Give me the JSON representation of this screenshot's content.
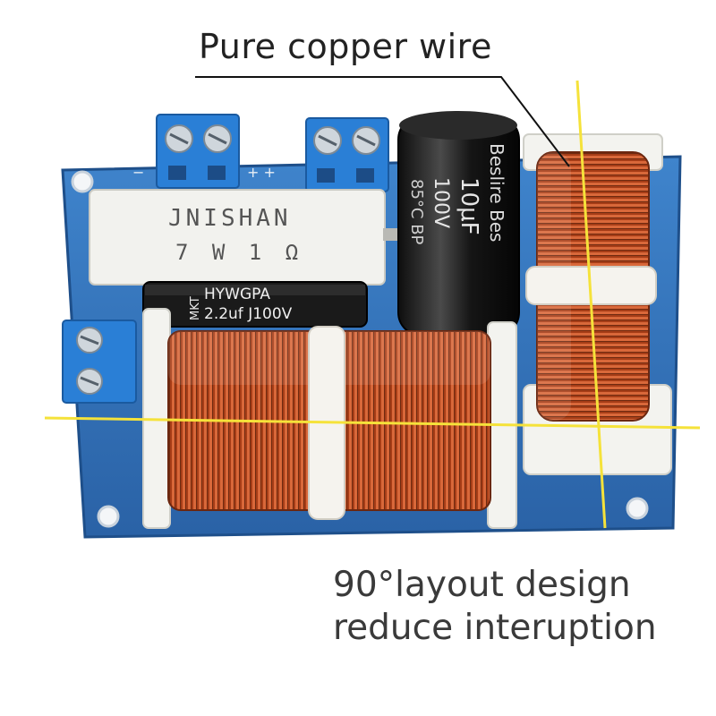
{
  "captions": {
    "top_label": "Pure copper wire",
    "bottom_line_1": "90°layout design",
    "bottom_line_2": "reduce interuption"
  },
  "resistor": {
    "line_1": "JNISHAN",
    "line_2": "7 W  1 Ω"
  },
  "film_capacitor": {
    "line_1": "HYWGPA",
    "line_2": "2.2uf J100V",
    "side_mark": "MKT"
  },
  "electrolytic_capacitor": {
    "value": "10μF",
    "voltage": "100V",
    "rating": "85°C BP",
    "brand": "Beslire Bes"
  },
  "pcb_marks": {
    "minus": "−",
    "plus_pair": "+ +",
    "minus_right": "−"
  },
  "colors": {
    "pcb": "#2f6fb8",
    "terminal": "#2a7fd6",
    "copper": "#b5461f",
    "guide_line": "#f5e23a",
    "resistor_body": "#f2f2ee",
    "capacitor_body": "#1b1b1b"
  }
}
